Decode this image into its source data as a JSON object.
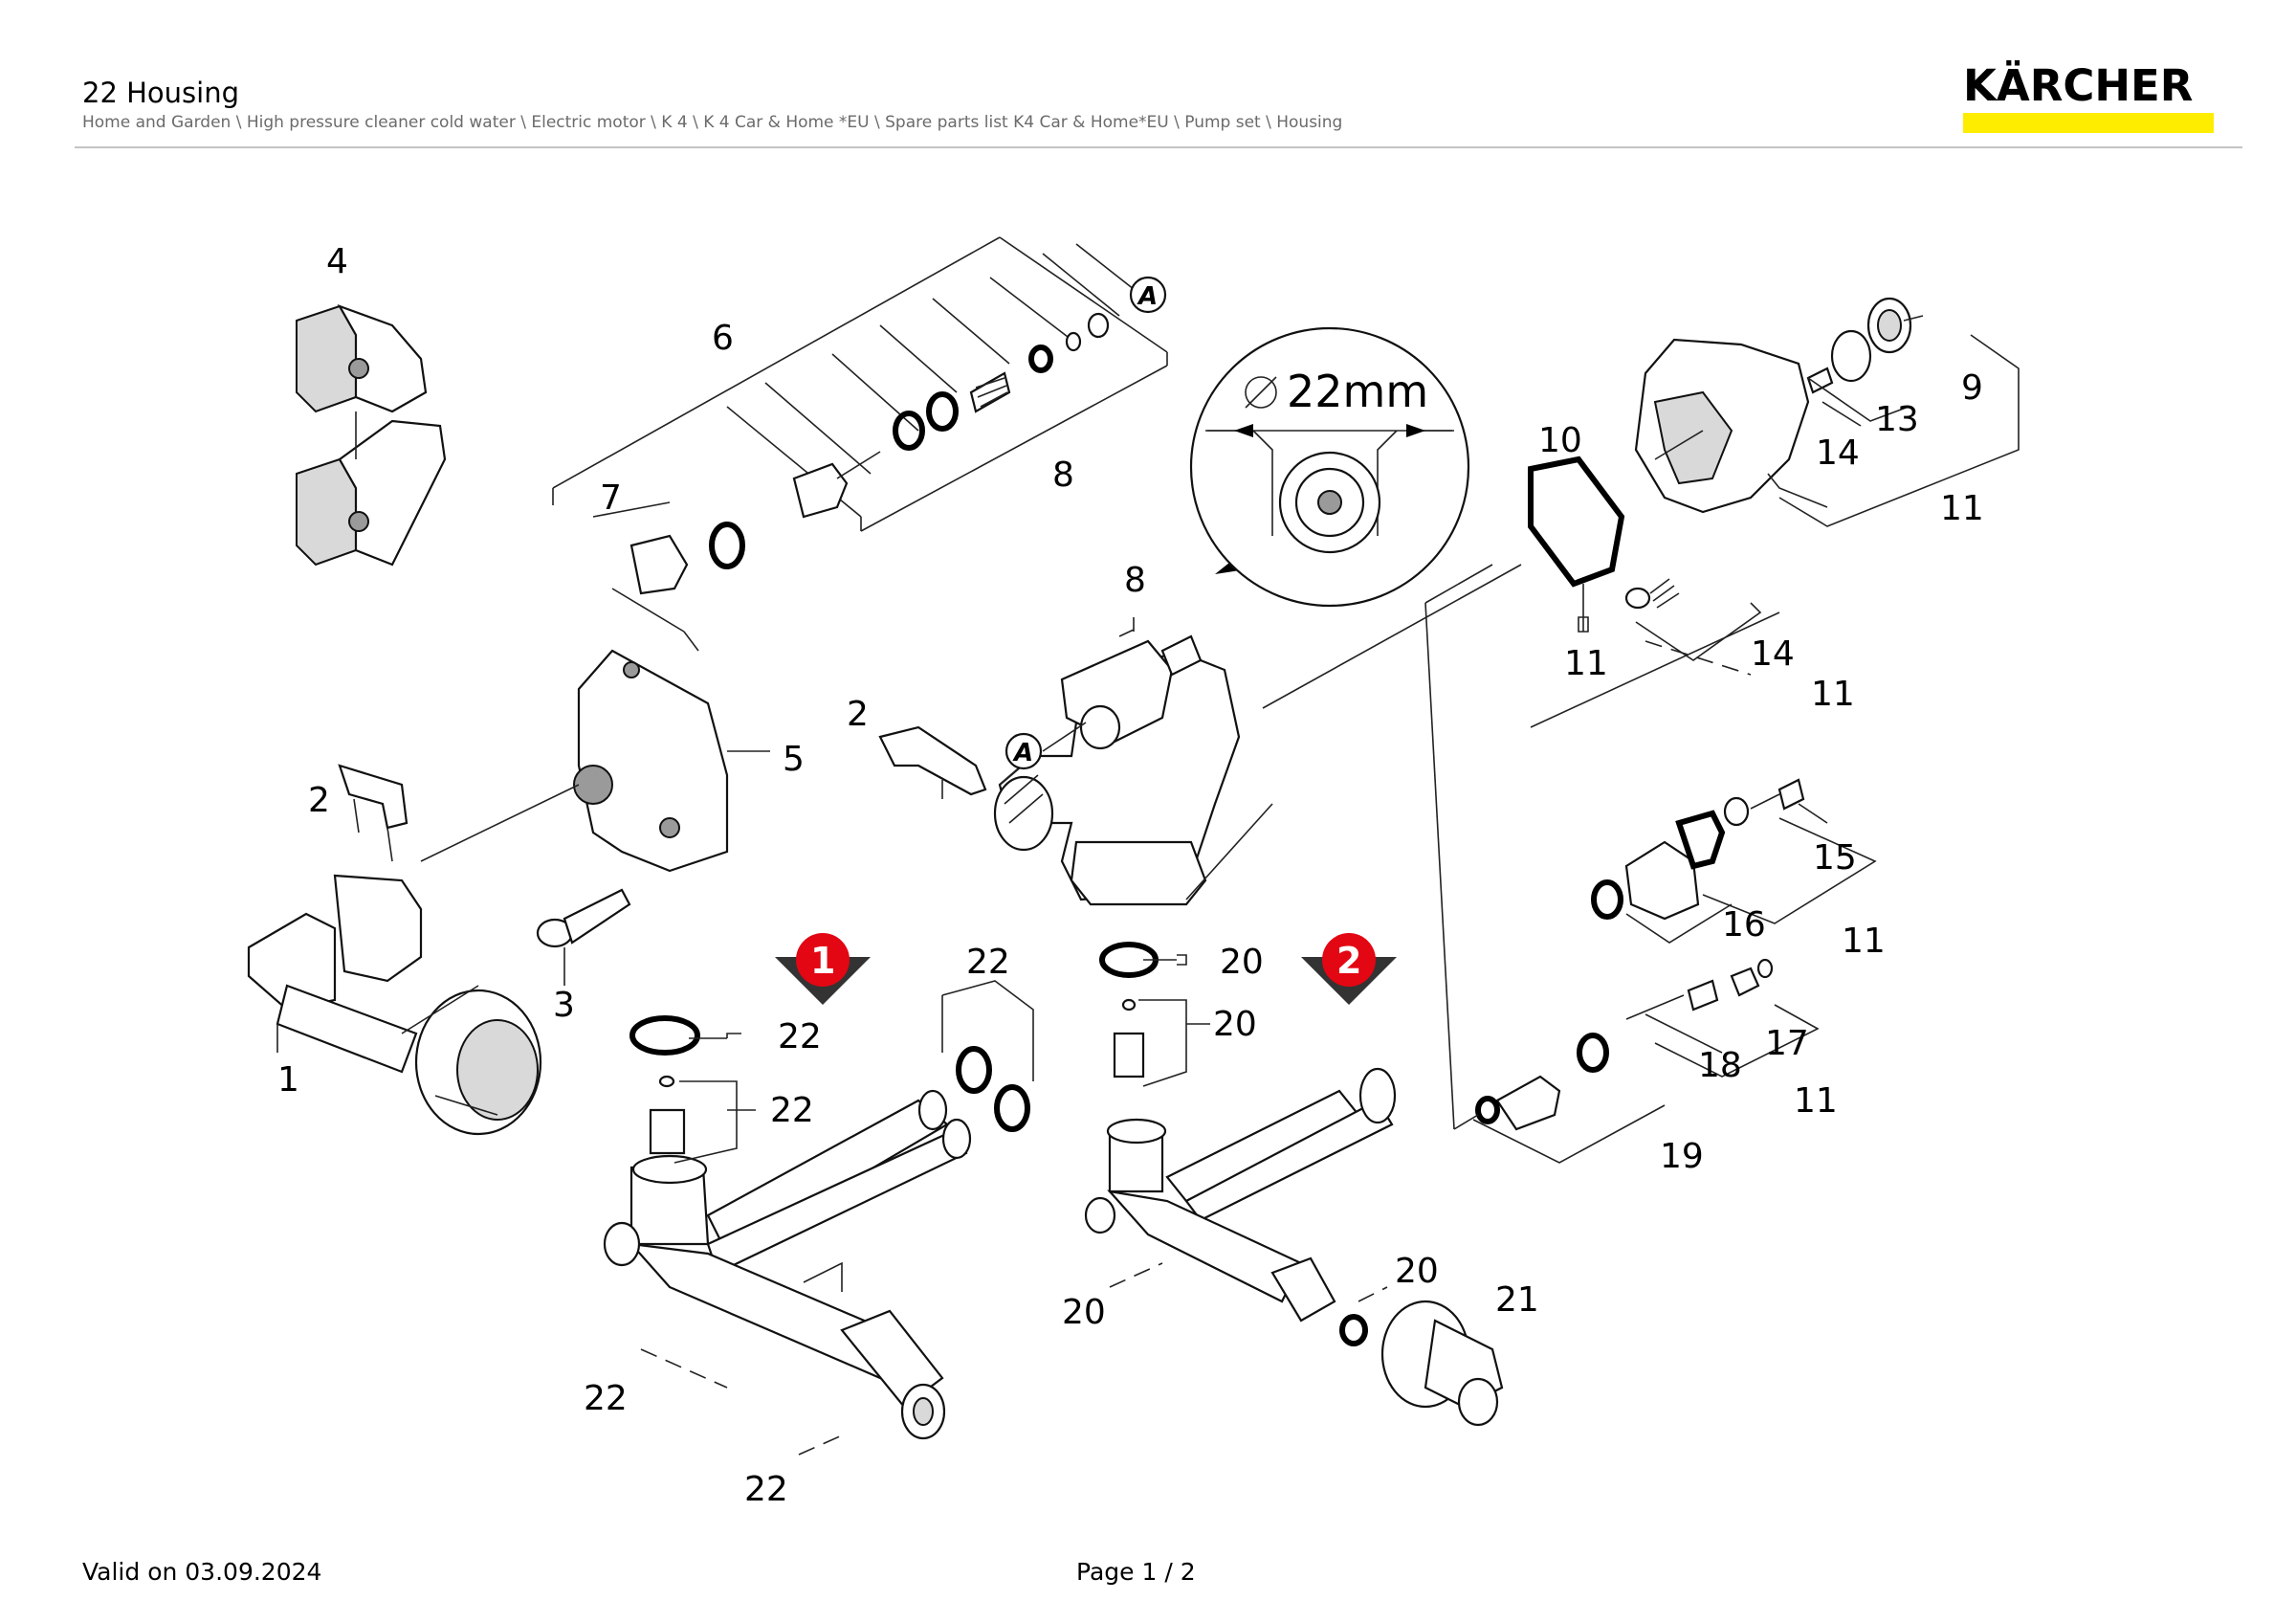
{
  "header": {
    "title": "22 Housing",
    "breadcrumb": "Home and Garden \\ High pressure cleaner cold water \\ Electric motor \\ K 4 \\ K 4 Car & Home *EU \\ Spare parts list K4 Car & Home*EU \\ Pump set \\ Housing"
  },
  "brand": {
    "name": "KÄRCHER",
    "accent_color": "#FFED00"
  },
  "diagram": {
    "dimension_label": "22mm",
    "variant_markers": [
      "1",
      "2"
    ],
    "marker_color": "#E30613",
    "reference_marker": "A",
    "callouts": {
      "c1": "1",
      "c2a": "2",
      "c2b": "2",
      "c3": "3",
      "c4": "4",
      "c5": "5",
      "c6": "6",
      "c7": "7",
      "c8a": "8",
      "c8b": "8",
      "c9": "9",
      "c10": "10",
      "c11a": "11",
      "c11b": "11",
      "c11c": "11",
      "c11d": "11",
      "c11e": "11",
      "c13": "13",
      "c14a": "14",
      "c14b": "14",
      "c15": "15",
      "c16": "16",
      "c17": "17",
      "c18": "18",
      "c19": "19",
      "c20a": "20",
      "c20b": "20",
      "c20c": "20",
      "c20d": "20",
      "c21": "21",
      "c22a": "22",
      "c22b": "22",
      "c22c": "22",
      "c22d": "22",
      "c22e": "22"
    }
  },
  "footer": {
    "valid": "Valid on 03.09.2024",
    "page": "Page 1 / 2"
  }
}
